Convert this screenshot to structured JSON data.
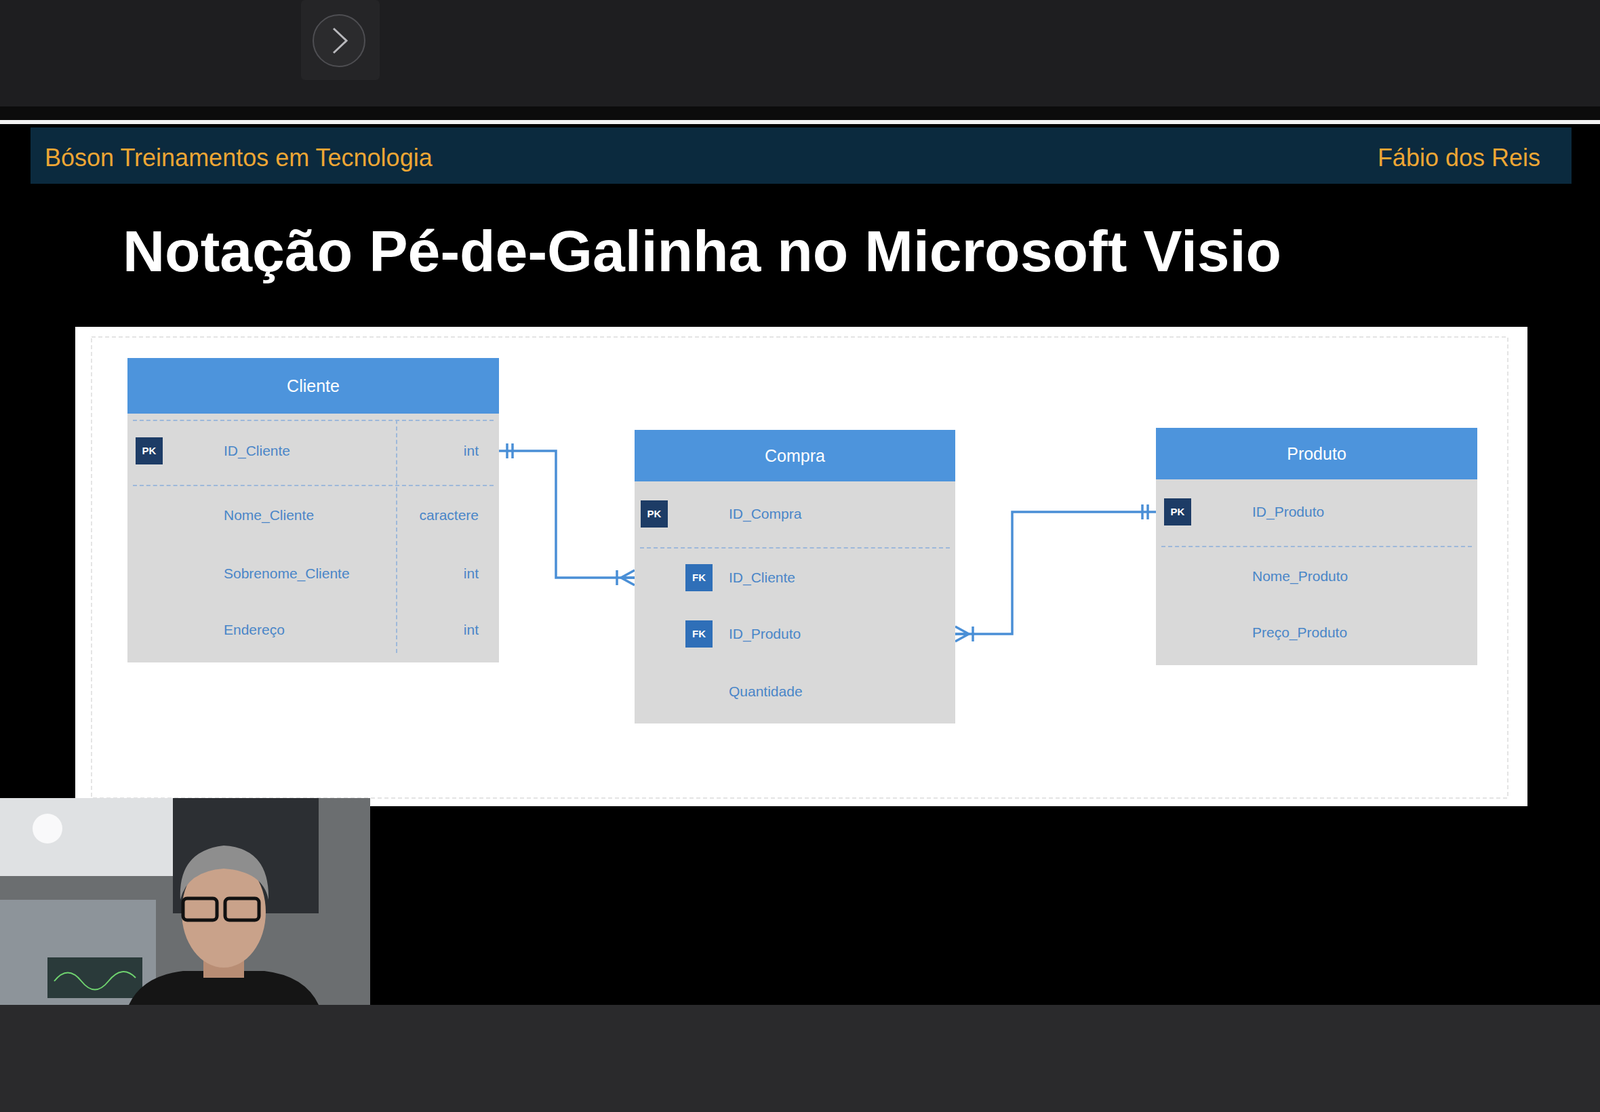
{
  "diagram": {
    "title": "Notação Pé-de-Galinha no Microsoft Visio",
    "nodes": [
      {
        "text": [
          "Cliente",
          "PK",
          "ID_Cliente",
          "int",
          "Nome_Cliente",
          "caractere",
          "Sobrenome_Cliente",
          "int",
          "Endereço",
          "int"
        ]
      },
      {
        "text": [
          "Compra",
          "PK",
          "ID_Compra",
          "FK",
          "ID_Cliente",
          "FK",
          "ID_Produto",
          "Quantidade"
        ]
      },
      {
        "text": [
          "Produto",
          "PK",
          "ID_Produto",
          "Nome_Produto",
          "Preço_Produto"
        ]
      }
    ],
    "edges": [
      {
        "from": 0,
        "to": 1,
        "arrow": "both"
      },
      {
        "from": 1,
        "to": 2,
        "arrow": "both"
      }
    ],
    "labels": [
      "Bóson Treinamentos em Tecnologia",
      "Fábio dos Reis"
    ]
  }
}
